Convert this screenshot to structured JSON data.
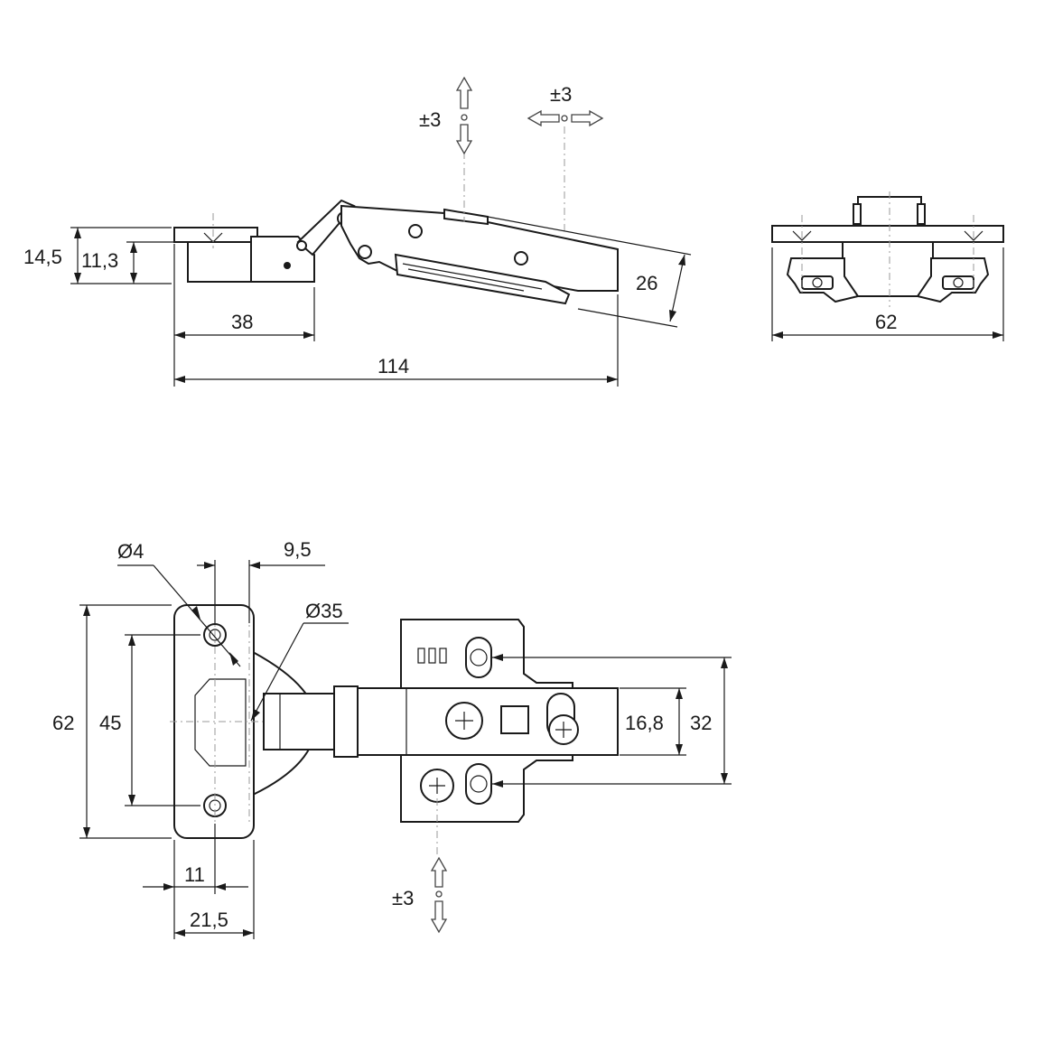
{
  "dimensions": {
    "side_height_outer": "14,5",
    "side_height_inner": "11,3",
    "side_plate_length": "38",
    "side_total_length": "114",
    "side_arm_height": "26",
    "side_adj_vertical": "±3",
    "side_adj_horizontal": "±3",
    "end_width": "62",
    "plan_hole_dia": "Ø4",
    "plan_offset": "9,5",
    "plan_cup_dia": "Ø35",
    "plan_height": "62",
    "plan_hole_spacing": "45",
    "plan_hole_x": "11",
    "plan_cup_center_x": "21,5",
    "plan_plate_inner": "16,8",
    "plan_plate_outer": "32",
    "plan_adj_vertical": "±3"
  }
}
